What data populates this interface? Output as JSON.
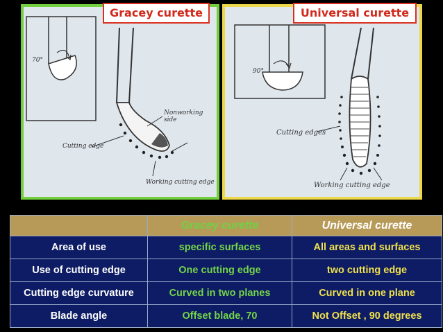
{
  "panels": {
    "left": {
      "title": "Gracey curette",
      "angle_label": "70°",
      "nonworking_label": "Nonworking\nside",
      "cutting_label": "Cutting edge",
      "working_label": "Working cutting edge"
    },
    "right": {
      "title": "Universal curette",
      "angle_label": "90°",
      "cutting_label": "Cutting edges",
      "working_label": "Working cutting edge"
    }
  },
  "table": {
    "columns": [
      "",
      "Gracey curette",
      "Universal curette"
    ],
    "rows": [
      [
        "Area of use",
        "specific  surfaces",
        "All areas and surfaces"
      ],
      [
        "Use of cutting edge",
        "One cutting edge",
        "two cutting edge"
      ],
      [
        "Cutting edge curvature",
        "Curved in two planes",
        "Curved in one plane"
      ],
      [
        "Blade angle",
        "Offset blade, 70",
        "Not Offset , 90 degrees"
      ]
    ]
  },
  "colors": {
    "left_frame": "#74cf3e",
    "right_frame": "#ecd84a",
    "title_text": "#d12a1c",
    "table_header": "#b89a58",
    "table_body": "#0d1c64",
    "gracey_text": "#74d548",
    "universal_text": "#f0e14c"
  }
}
